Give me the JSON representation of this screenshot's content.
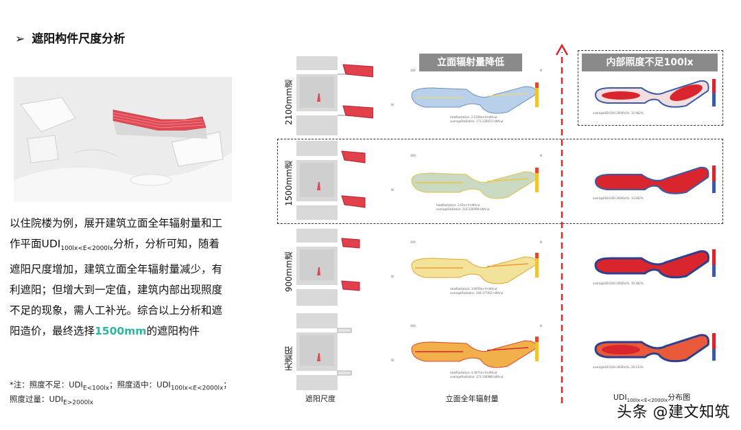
{
  "title": "遮阳构件尺度分析",
  "title_arrow": "➢",
  "body": {
    "line1": "以住院楼为例，展开建筑立面全年辐射量和工",
    "line2_pre": "作平面UDI",
    "line2_sub": "100lx<E<2000lx",
    "line2_post": "分析，分析可知，随着",
    "line3": "遮阳尺度增加，建筑立面全年辐射量减少，有",
    "line4": "利遮阳；但增大到一定值，建筑内部出现照度",
    "line5": "不足的现象，需人工补光。综合以上分析和遮",
    "line6_pre": "阳造价，最终选择",
    "line6_hl": "1500mm",
    "line6_post": "的遮阳构件"
  },
  "note": {
    "prefix": "*注：照度不足：UDI",
    "sub1": "E<100lx",
    "mid": "；照度适中：UDI",
    "sub2": "100lx<E<2000lx",
    "end": "；",
    "line2_pre": "照度过量：UDI",
    "sub3": "E>2000lx"
  },
  "headers": {
    "radiation": "立面辐射量降低",
    "illuminance": "内部照度不足100lx"
  },
  "rows": [
    {
      "label": "2100mm遮阳",
      "total": "totalRadiation:  2.1209e+9 kWh/㎡",
      "avg": "averageRadiation:  171.128615 kWh/㎡",
      "udi": "averageUDI(100-2000lx)%: 10.962%"
    },
    {
      "label": "1500mm遮阳",
      "total": "totalRadiation:  2.63e+9 kWh/㎡",
      "avg": "averageRadiation:  210.530098 kWh/㎡",
      "udi": "averageUDI(100-2000lx)%: 13.682%"
    },
    {
      "label": "900mm遮阳",
      "total": "totalRadiation:  3.6959e+9 kWh/㎡",
      "avg": "averageRadiation:  294.377932 kWh/㎡",
      "udi": "averageUDI(100-2000lx)%: 19.382%"
    },
    {
      "label": "无遮阳",
      "total": "totalRadiation:  4.4971e+9 kWh/㎡",
      "avg": "averageRadiation:  373.146988 kWh/㎡",
      "udi": "averageUDI(100-2000lx)%: 28.133%"
    }
  ],
  "compass": {
    "n": "N",
    "w": "W",
    "deg": "300"
  },
  "captions": {
    "shade": "遮阳尺度",
    "radiation": "立面全年辐射量",
    "udi_pre": "UDI",
    "udi_sub": "100lx<E<2000lx",
    "udi_post": "分布图"
  },
  "watermark": "头条 @建文知筑"
}
